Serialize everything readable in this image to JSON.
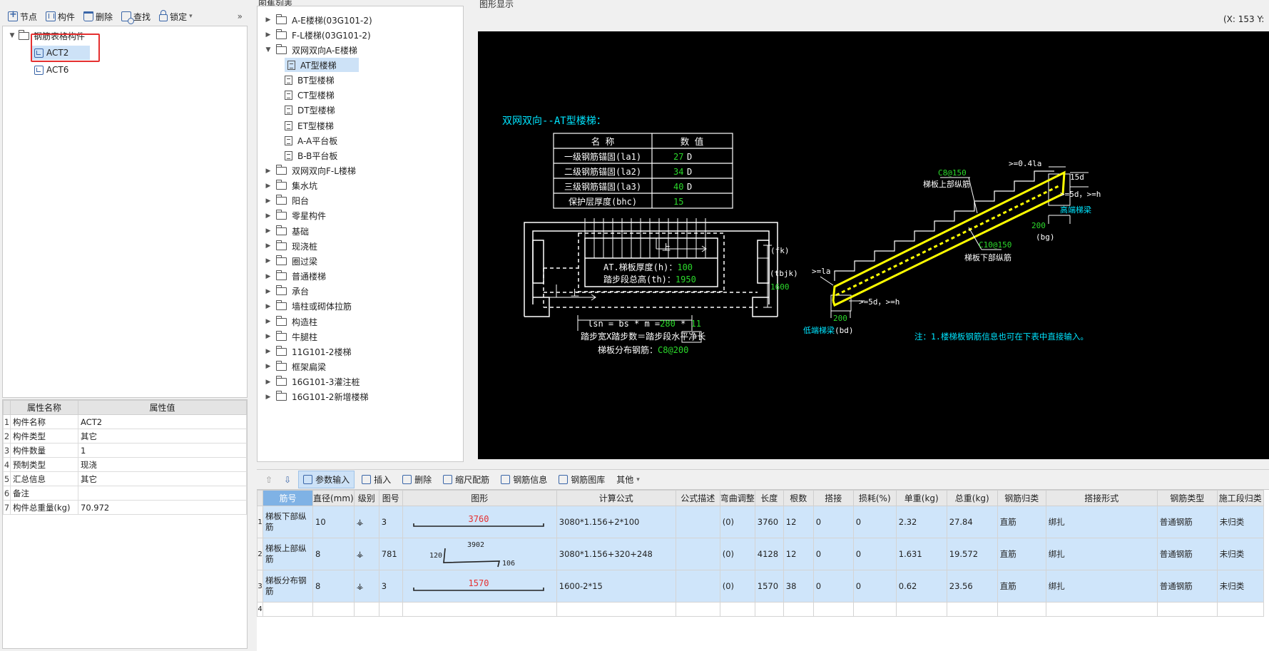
{
  "left_toolbar": {
    "items": [
      {
        "label": "节点"
      },
      {
        "label": "构件"
      },
      {
        "label": "删除"
      },
      {
        "label": "查找"
      },
      {
        "label": "锁定"
      }
    ],
    "overflow_symbol": "»",
    "lock_dropdown_symbol": "▾"
  },
  "left_tree": {
    "root_label": "钢筋表格构件",
    "children": [
      {
        "label": "ACT2",
        "selected": true
      },
      {
        "label": "ACT6",
        "selected": false
      }
    ]
  },
  "properties": {
    "headers": [
      "属性名称",
      "属性值"
    ],
    "rows": [
      {
        "idx": "1",
        "name": "构件名称",
        "value": "ACT2"
      },
      {
        "idx": "2",
        "name": "构件类型",
        "value": "其它"
      },
      {
        "idx": "3",
        "name": "构件数量",
        "value": "1"
      },
      {
        "idx": "4",
        "name": "预制类型",
        "value": "现浇"
      },
      {
        "idx": "5",
        "name": "汇总信息",
        "value": "其它"
      },
      {
        "idx": "6",
        "name": "备注",
        "value": ""
      },
      {
        "idx": "7",
        "name": "构件总重量(kg)",
        "value": "70.972"
      }
    ]
  },
  "atlas": {
    "title": "图集列表",
    "items": [
      {
        "label": "A-E楼梯(03G101-2)",
        "level": 0,
        "expanded": false
      },
      {
        "label": "F-L楼梯(03G101-2)",
        "level": 0,
        "expanded": false
      },
      {
        "label": "双网双向A-E楼梯",
        "level": 0,
        "expanded": true
      },
      {
        "label": "AT型楼梯",
        "level": 1,
        "selected": true
      },
      {
        "label": "BT型楼梯",
        "level": 1
      },
      {
        "label": "CT型楼梯",
        "level": 1
      },
      {
        "label": "DT型楼梯",
        "level": 1
      },
      {
        "label": "ET型楼梯",
        "level": 1
      },
      {
        "label": "A-A平台板",
        "level": 1
      },
      {
        "label": "B-B平台板",
        "level": 1
      },
      {
        "label": "双网双向F-L楼梯",
        "level": 0,
        "expanded": false
      },
      {
        "label": "集水坑",
        "level": 0,
        "expanded": false
      },
      {
        "label": "阳台",
        "level": 0,
        "expanded": false
      },
      {
        "label": "零星构件",
        "level": 0,
        "expanded": false
      },
      {
        "label": "基础",
        "level": 0,
        "expanded": false
      },
      {
        "label": "现浇桩",
        "level": 0,
        "expanded": false
      },
      {
        "label": "圈过梁",
        "level": 0,
        "expanded": false
      },
      {
        "label": "普通楼梯",
        "level": 0,
        "expanded": false
      },
      {
        "label": "承台",
        "level": 0,
        "expanded": false
      },
      {
        "label": "墙柱或砌体拉筋",
        "level": 0,
        "expanded": false
      },
      {
        "label": "构造柱",
        "level": 0,
        "expanded": false
      },
      {
        "label": "牛腿柱",
        "level": 0,
        "expanded": false
      },
      {
        "label": "11G101-2楼梯",
        "level": 0,
        "expanded": false
      },
      {
        "label": "框架扁梁",
        "level": 0,
        "expanded": false
      },
      {
        "label": "16G101-3灌注桩",
        "level": 0,
        "expanded": false
      },
      {
        "label": "16G101-2新增楼梯",
        "level": 0,
        "expanded": false
      }
    ]
  },
  "drawing": {
    "title": "图形显示",
    "coords": "(X: 153 Y:",
    "heading": "双网双向--AT型楼梯：",
    "param_table": {
      "headers": [
        "名  称",
        "数  值"
      ],
      "rows": [
        {
          "name": "一级钢筋锚固(la1)",
          "value": "27",
          "unit": "D"
        },
        {
          "name": "二级钢筋锚固(la2)",
          "value": "34",
          "unit": "D"
        },
        {
          "name": "三级钢筋锚固(la3)",
          "value": "40",
          "unit": "D"
        },
        {
          "name": "保护层厚度(bhc)",
          "value": "15",
          "unit": ""
        }
      ]
    },
    "plan": {
      "thickness_label": "AT.梯板厚度(h)：",
      "thickness_value": "100",
      "height_label": "踏步段总高(th)：",
      "height_value": "1950",
      "up_label": "上",
      "lsn_label": "lsn = bs * m =",
      "lsn_bs": "280",
      "lsn_m": "11",
      "step_formula": "踏步宽X踏步数＝踏步段水平",
      "step_tag": "净长",
      "dist_label": "梯板分布钢筋：",
      "dist_value": "C8@200",
      "fk_label": "(fk)",
      "tbjk_label": "(tbjk)",
      "tbjk_value": "1600"
    },
    "section": {
      "top_rebar_value": "C8@150",
      "top_rebar_label": "梯板上部纵筋",
      "bottom_rebar_value": "C10@150",
      "bottom_rebar_label": "梯板下部纵筋",
      "la_top": ">=0.4la",
      "d15": "15d",
      "ge5d_top": ">=5d，>=h",
      "high_beam": "高端梯梁",
      "bg_value": "200",
      "bg_label": "(bg)",
      "la_bottom": ">=la",
      "ge5d_bottom": ">=5d，>=h",
      "bd_value": "200",
      "low_beam": "低端梯梁",
      "bd_label": "(bd)",
      "note": "注：1.楼梯板钢筋信息也可在下表中直接输入。"
    },
    "colors": {
      "cyan": "#00e5ff",
      "green": "#2bd92b",
      "yellow": "#ffff00",
      "white": "#ffffff"
    }
  },
  "bottom_toolbar": {
    "items": [
      {
        "label": "参数输入",
        "active": true
      },
      {
        "label": "插入"
      },
      {
        "label": "删除"
      },
      {
        "label": "缩尺配筋"
      },
      {
        "label": "钢筋信息"
      },
      {
        "label": "钢筋图库"
      },
      {
        "label": "其他"
      }
    ]
  },
  "rebar_table": {
    "headers": [
      "筋号",
      "直径(mm)",
      "级别",
      "图号",
      "图形",
      "计算公式",
      "公式描述",
      "弯曲调整",
      "长度",
      "根数",
      "搭接",
      "损耗(%)",
      "单重(kg)",
      "总重(kg)",
      "钢筋归类",
      "搭接形式",
      "钢筋类型",
      "施工段归类"
    ],
    "rows": [
      {
        "num": "1",
        "name": "梯板下部纵筋",
        "dia": "10",
        "grade": "⚶",
        "fig": "3",
        "shape_value": "3760",
        "formula": "3080*1.156+2*100",
        "desc": "",
        "bend": "(0)",
        "length": "3760",
        "count": "12",
        "lap": "0",
        "loss": "0",
        "unit_w": "2.32",
        "total_w": "27.84",
        "category": "直筋",
        "lap_type": "绑扎",
        "rebar_type": "普通钢筋",
        "phase": "未归类"
      },
      {
        "num": "2",
        "name": "梯板上部纵筋",
        "dia": "8",
        "grade": "⚶",
        "fig": "781",
        "shape_value": "3902",
        "shape_left": "120",
        "shape_right": "106",
        "formula": "3080*1.156+320+248",
        "desc": "",
        "bend": "(0)",
        "length": "4128",
        "count": "12",
        "lap": "0",
        "loss": "0",
        "unit_w": "1.631",
        "total_w": "19.572",
        "category": "直筋",
        "lap_type": "绑扎",
        "rebar_type": "普通钢筋",
        "phase": "未归类"
      },
      {
        "num": "3",
        "name": "梯板分布钢筋",
        "dia": "8",
        "grade": "⚶",
        "fig": "3",
        "shape_value": "1570",
        "formula": "1600-2*15",
        "desc": "",
        "bend": "(0)",
        "length": "1570",
        "count": "38",
        "lap": "0",
        "loss": "0",
        "unit_w": "0.62",
        "total_w": "23.56",
        "category": "直筋",
        "lap_type": "绑扎",
        "rebar_type": "普通钢筋",
        "phase": "未归类"
      },
      {
        "num": "4",
        "empty": true
      }
    ]
  }
}
